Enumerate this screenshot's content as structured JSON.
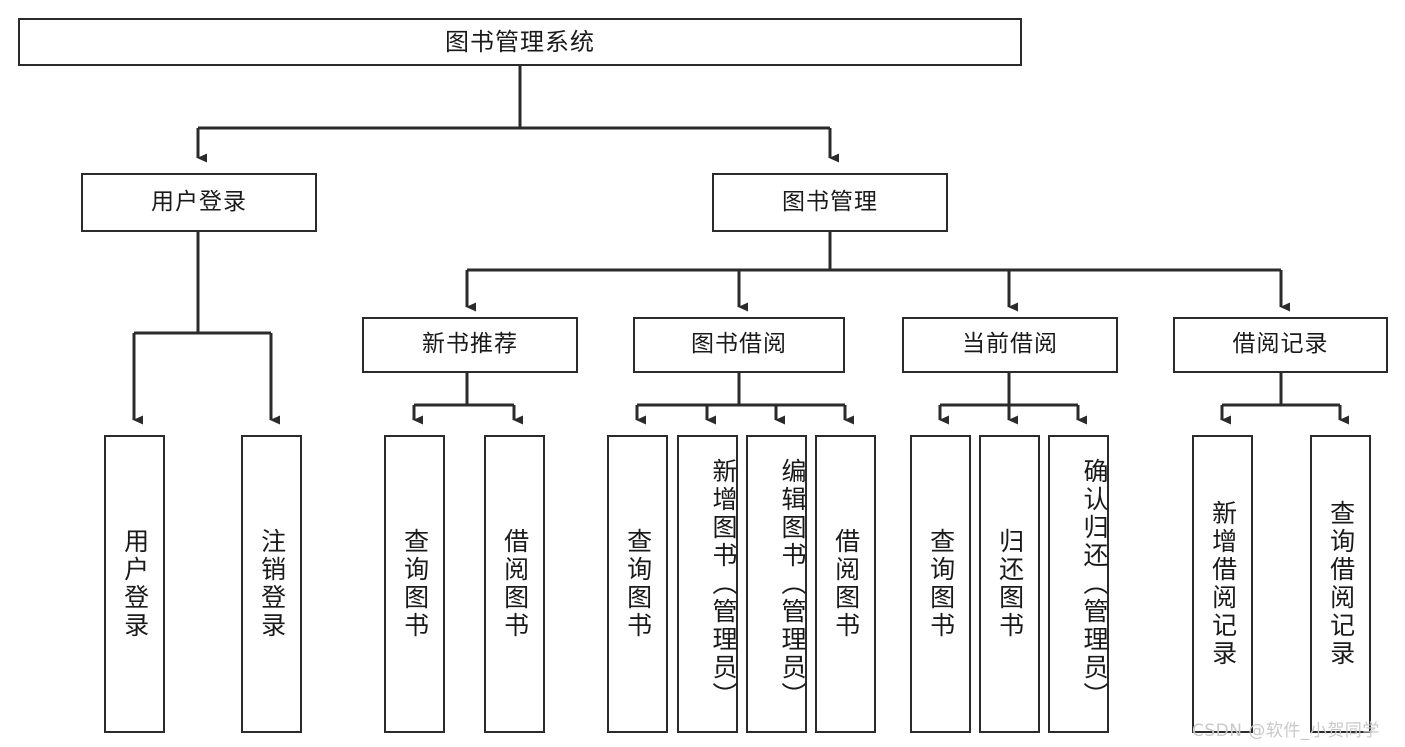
{
  "diagram": {
    "title": "图书管理系统",
    "type": "tree-hierarchy",
    "watermark": "CSDN @软件_小贺同学",
    "colors": {
      "stroke": "#2b2b2b",
      "fill": "#ffffff",
      "text": "#1a1a1a",
      "watermark": "#c9c9c9"
    },
    "levels": {
      "root": {
        "label": "图书管理系统"
      },
      "level2": [
        {
          "id": "user-login",
          "label": "用户登录"
        },
        {
          "id": "book-manage",
          "label": "图书管理"
        }
      ],
      "level3": [
        {
          "id": "new-book-rec",
          "label": "新书推荐"
        },
        {
          "id": "book-borrow",
          "label": "图书借阅"
        },
        {
          "id": "current-borrow",
          "label": "当前借阅"
        },
        {
          "id": "borrow-record",
          "label": "借阅记录"
        }
      ],
      "leaves": {
        "user-login": [
          {
            "id": "leaf-user-login",
            "label": "用户登录"
          },
          {
            "id": "leaf-logout",
            "label": "注销登录"
          }
        ],
        "new-book-rec": [
          {
            "id": "leaf-query-book-1",
            "label": "查询图书"
          },
          {
            "id": "leaf-borrow-book-1",
            "label": "借阅图书"
          }
        ],
        "book-borrow": [
          {
            "id": "leaf-query-book-2",
            "label": "查询图书"
          },
          {
            "id": "leaf-add-book",
            "label": "新增图书（管理员）"
          },
          {
            "id": "leaf-edit-book",
            "label": "编辑图书（管理员）"
          },
          {
            "id": "leaf-borrow-book-2",
            "label": "借阅图书"
          }
        ],
        "current-borrow": [
          {
            "id": "leaf-query-book-3",
            "label": "查询图书"
          },
          {
            "id": "leaf-return-book",
            "label": "归还图书"
          },
          {
            "id": "leaf-confirm-return",
            "label": "确认归还（管理员）"
          }
        ],
        "borrow-record": [
          {
            "id": "leaf-add-record",
            "label": "新增借阅记录"
          },
          {
            "id": "leaf-query-record",
            "label": "查询借阅记录"
          }
        ]
      }
    }
  }
}
